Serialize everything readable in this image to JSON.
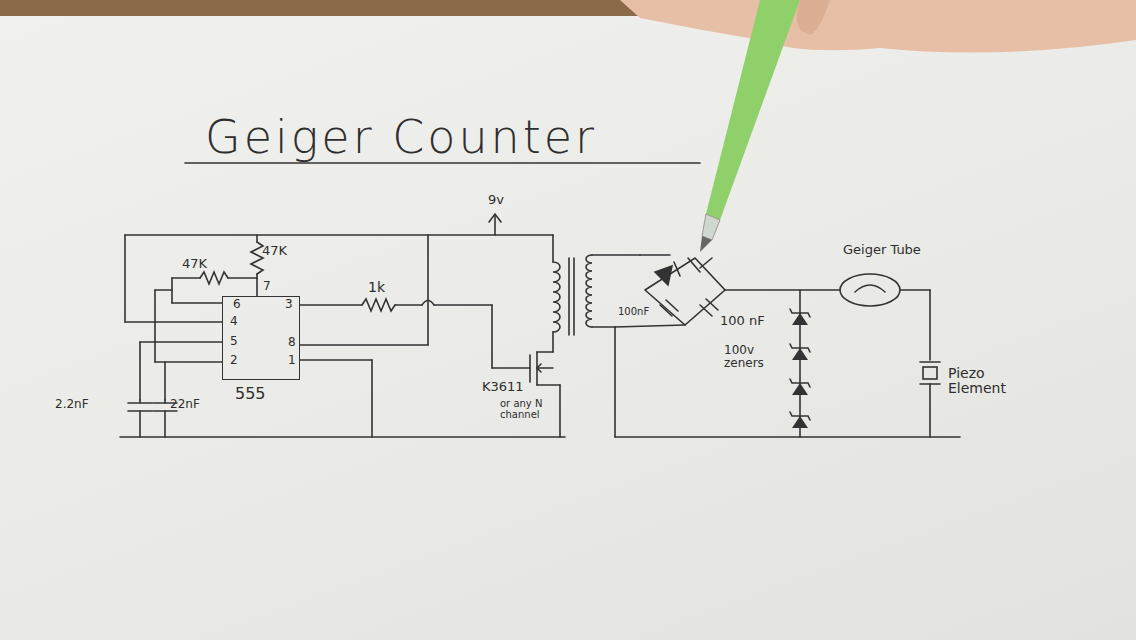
{
  "diagram": {
    "title": "Geiger Counter",
    "nodes": [
      {
        "text": [
          "555"
        ]
      }
    ],
    "edges": [],
    "labels": [
      "47K",
      "47K",
      "6",
      "7",
      "3",
      "4",
      "5",
      "2",
      "8",
      "1",
      "1k",
      "9v",
      "K3611",
      "or any N channel",
      "100nF",
      "100 nF",
      "100v zeners",
      "Geiger Tube",
      "Piezo Element",
      "2.2nF",
      "22nF"
    ]
  }
}
